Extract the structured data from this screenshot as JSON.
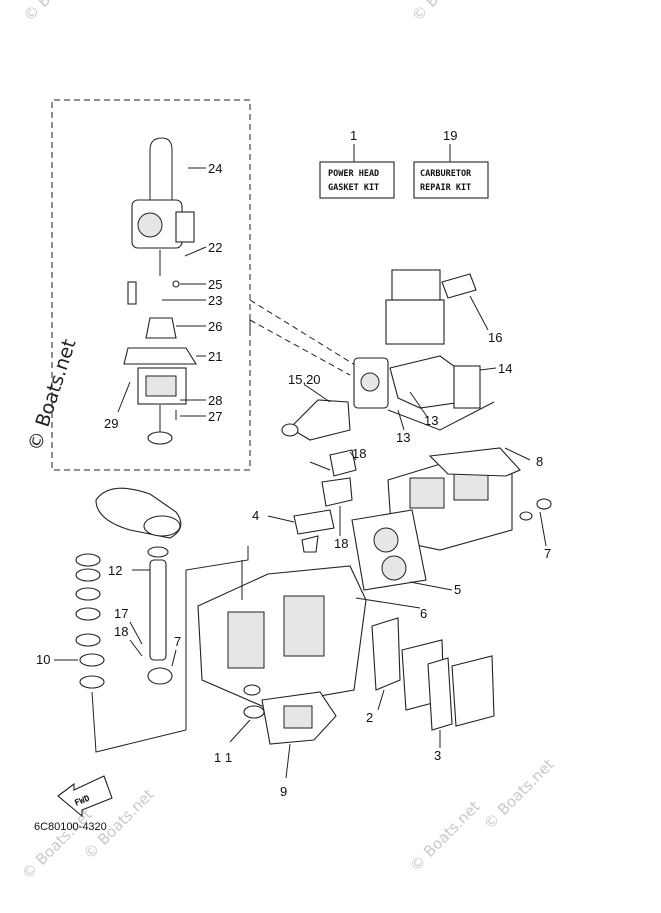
{
  "watermark": {
    "main": "© Boats.net",
    "corner": "© Boats.net"
  },
  "kits": {
    "power_head": {
      "number": "1",
      "line1": "POWER HEAD",
      "line2": "GASKET KIT"
    },
    "carburetor": {
      "number": "19",
      "line1": "CARBURETOR",
      "line2": "REPAIR KIT"
    }
  },
  "callouts": {
    "c24": "24",
    "c22": "22",
    "c25": "25",
    "c23": "23",
    "c26": "26",
    "c21": "21",
    "c28": "28",
    "c27": "27",
    "c29": "29",
    "c16": "16",
    "c14": "14",
    "c15_20": "15,20",
    "c13a": "13",
    "c13b": "13",
    "c18a": "18",
    "c8": "8",
    "c4": "4",
    "c18b": "18",
    "c7a": "7",
    "c5": "5",
    "c12": "12",
    "c6": "6",
    "c17": "17",
    "c18c": "18",
    "c7b": "7",
    "c10": "10",
    "c2": "2",
    "c3": "3",
    "c11": "1 1",
    "c9": "9"
  },
  "fwd_label": "FWD",
  "diagram_code": "6C80100-4320"
}
